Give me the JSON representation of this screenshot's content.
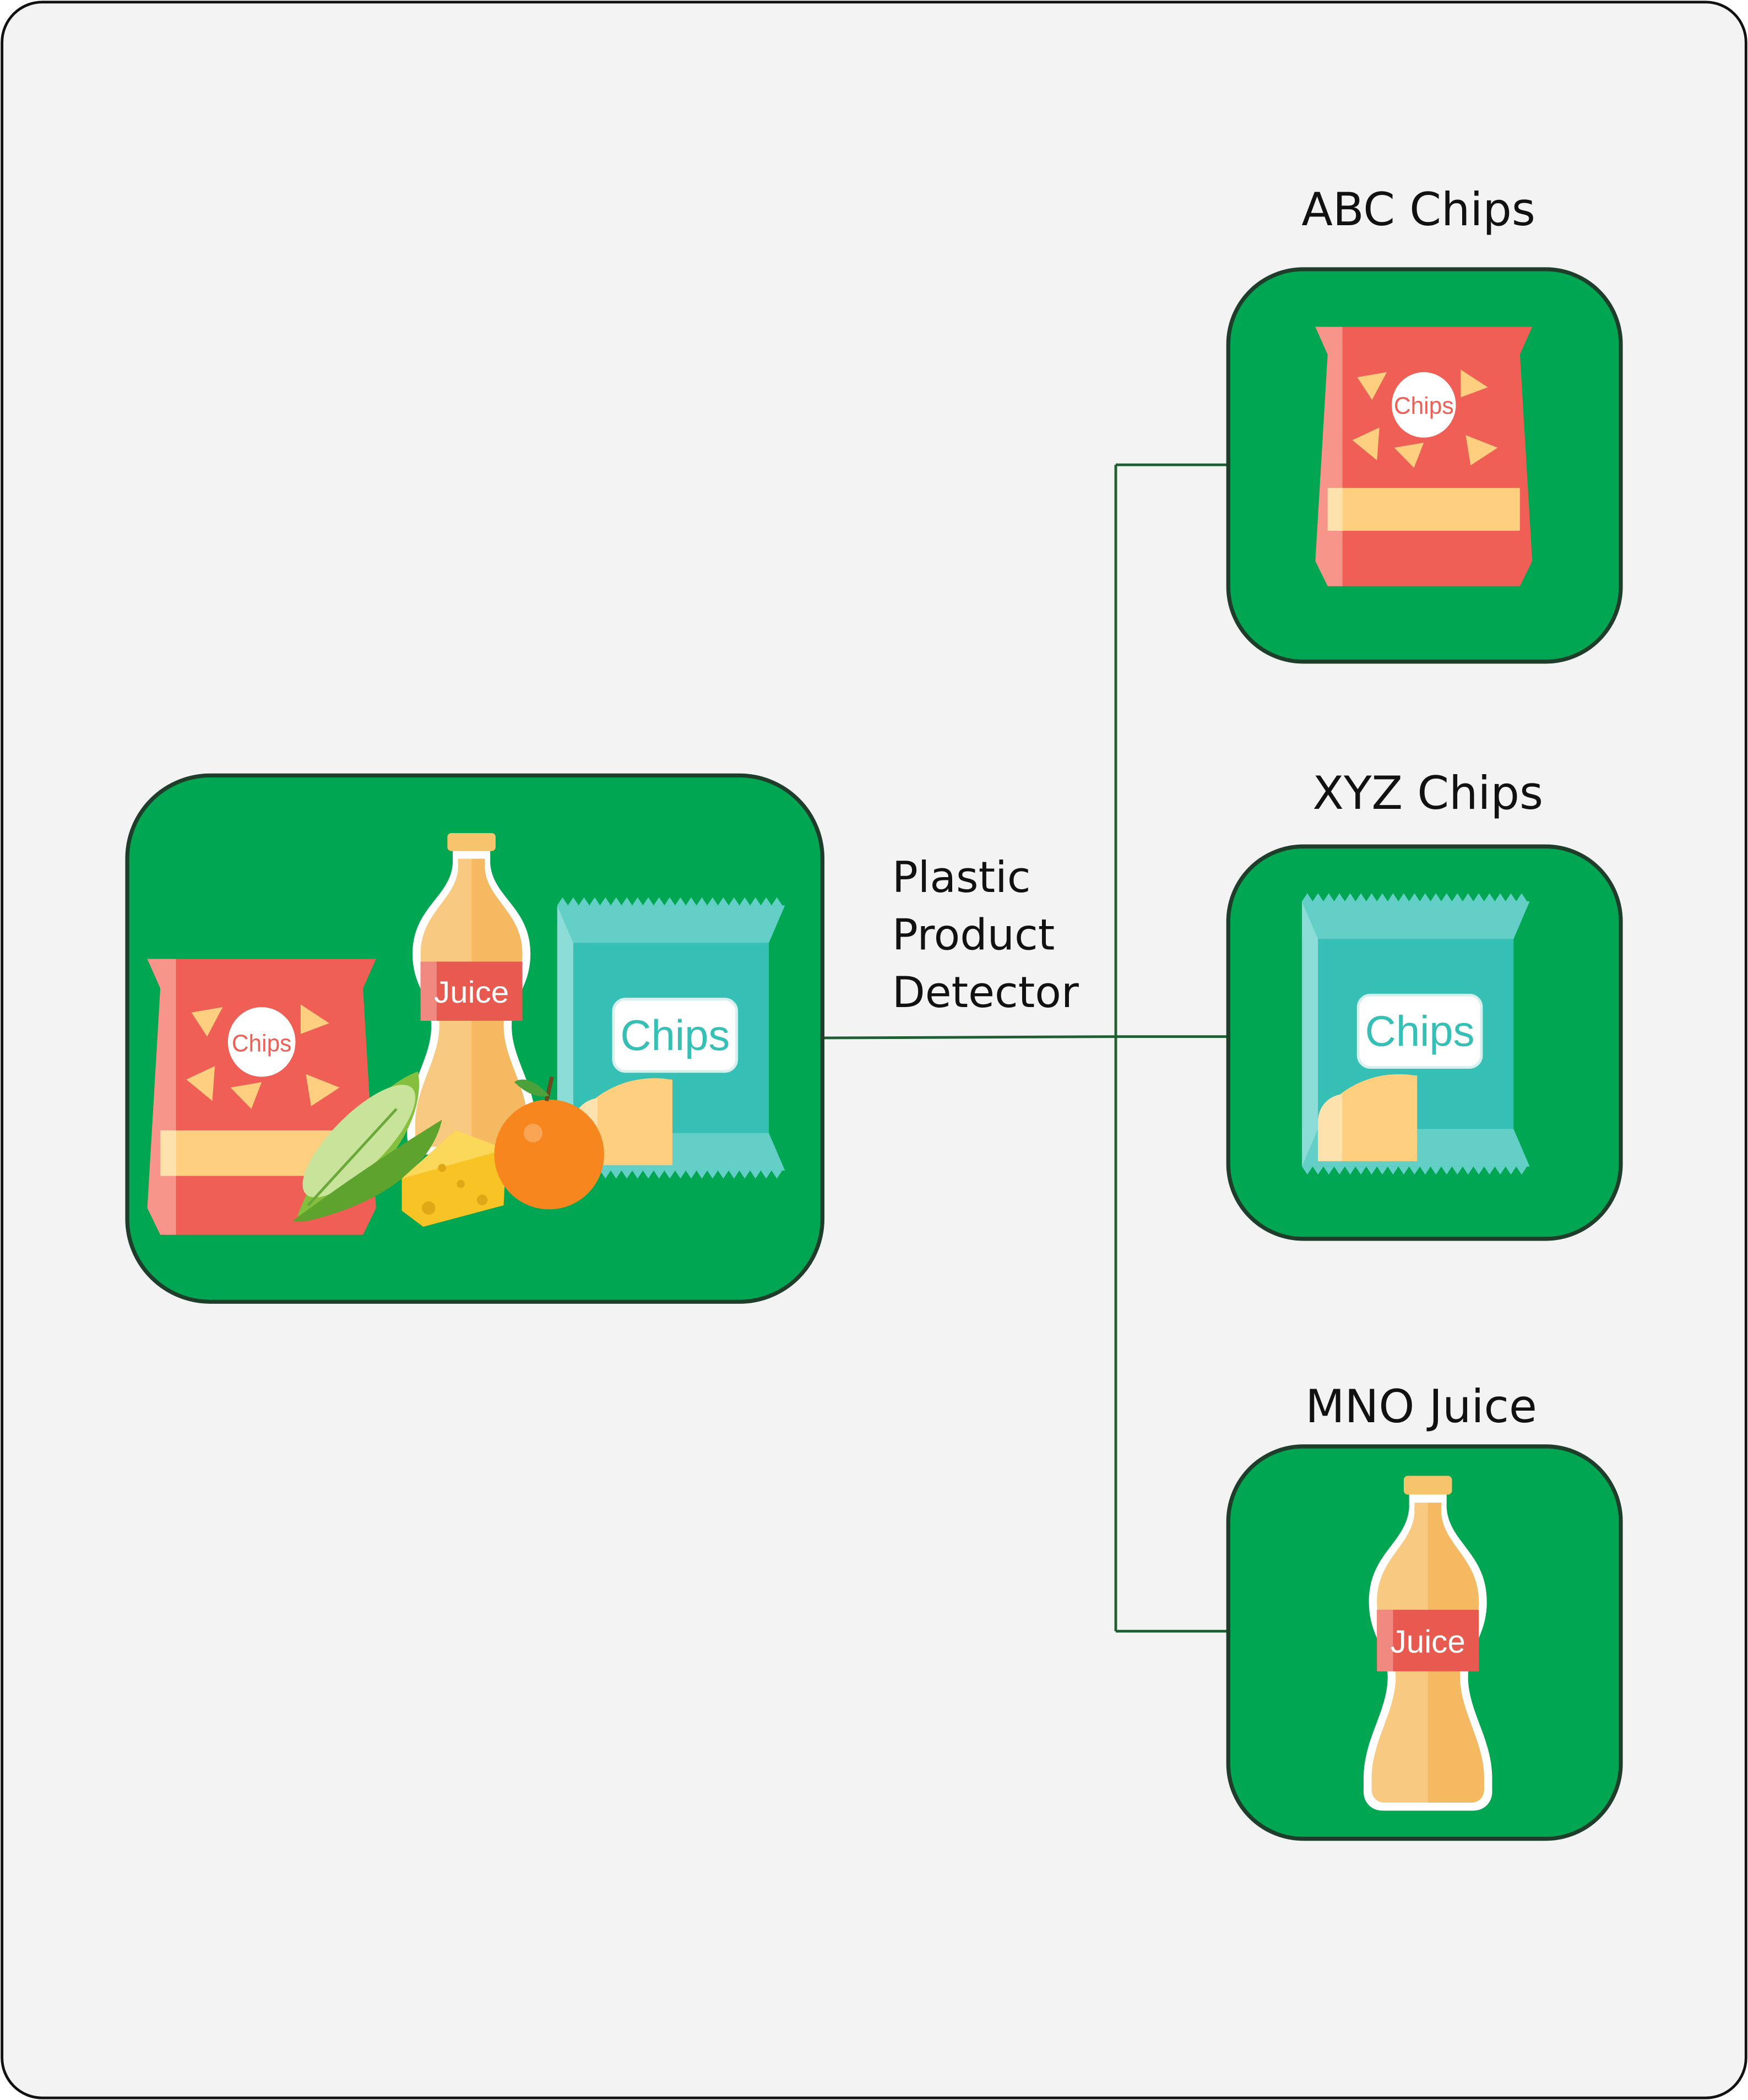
{
  "diagram": {
    "connector_label": [
      "Plastic",
      "Product",
      "Detector"
    ],
    "source": {
      "chips_red_text": "Chips",
      "juice_text": "Juice",
      "chips_teal_text": "Chips"
    },
    "outputs": [
      {
        "title": "ABC Chips",
        "icon": "red-chips-bag-icon",
        "icon_text": "Chips"
      },
      {
        "title": "XYZ Chips",
        "icon": "teal-chips-bag-icon",
        "icon_text": "Chips"
      },
      {
        "title": "MNO Juice",
        "icon": "juice-bottle-icon",
        "icon_text": "Juice"
      }
    ]
  },
  "colors": {
    "background": "#f3f3f3",
    "card_green": "#00a651",
    "card_border": "#1e3d2a",
    "connector_line": "#1f5e32",
    "chips_red": "#ef5f55",
    "chips_red_light": "#f8958a",
    "chips_yellow": "#fecf7f",
    "chips_teal": "#36bfb5",
    "chips_teal_light": "#63cfc7",
    "juice_fill": "#f8c980",
    "juice_label": "#e85a4f",
    "juice_cap": "#f6c46a",
    "orange": "#f7861f",
    "cheese": "#f7c325"
  }
}
